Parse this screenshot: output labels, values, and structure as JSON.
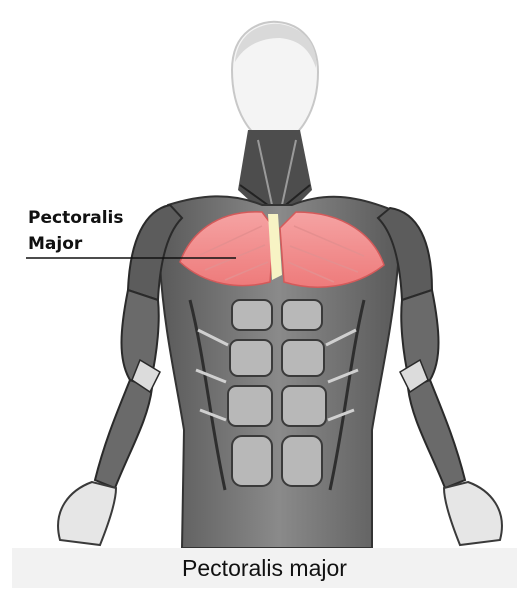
{
  "diagram": {
    "callout": {
      "line1": "Pectoralis",
      "line2": "Major"
    },
    "caption": "Pectoralis major",
    "highlight_color": "#f08080",
    "muscle_color": "#6e6e6e"
  }
}
